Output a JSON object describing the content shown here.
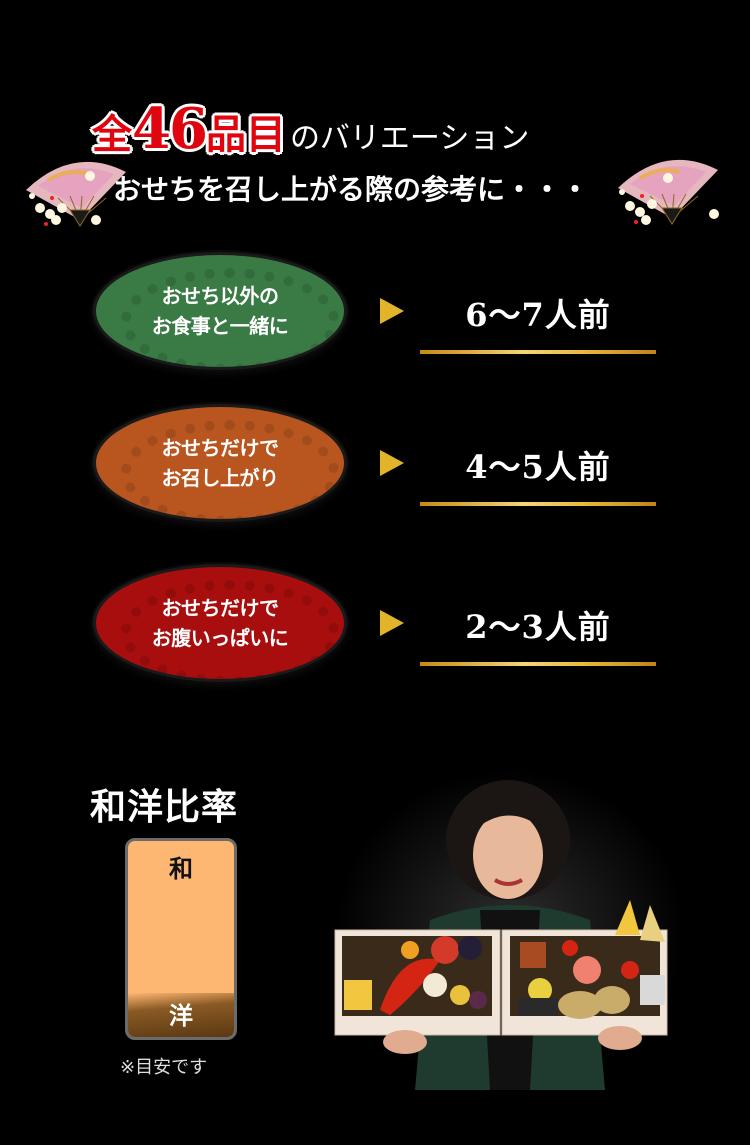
{
  "header": {
    "title_prefix": "全",
    "title_number": "46",
    "title_unit": "品目",
    "title_suffix": "のバリエーション",
    "subtitle": "おせちを召し上がる際の参考に・・・",
    "decorations": [
      "folding-fan-icon",
      "folding-fan-icon"
    ]
  },
  "servings": [
    {
      "label_line1": "おせち以外の",
      "label_line2": "お食事と一緒に",
      "color": "#3a7a45",
      "value": "6〜7人前"
    },
    {
      "label_line1": "おせちだけで",
      "label_line2": "お召し上がり",
      "color": "#b9561f",
      "value": "4〜5人前"
    },
    {
      "label_line1": "おせちだけで",
      "label_line2": "お腹いっぱいに",
      "color": "#a80e0e",
      "value": "2〜3人前"
    }
  ],
  "ratio": {
    "title": "和洋比率",
    "japanese_label": "和",
    "western_label": "洋",
    "note": "※目安です",
    "japanese_color": "#fdb772",
    "western_color": "#6b4418"
  },
  "photo": {
    "alt": "woman holding osechi boxes"
  },
  "colors": {
    "background": "#000000",
    "accent_red": "#e0060f",
    "gold": "#e2b42a"
  }
}
